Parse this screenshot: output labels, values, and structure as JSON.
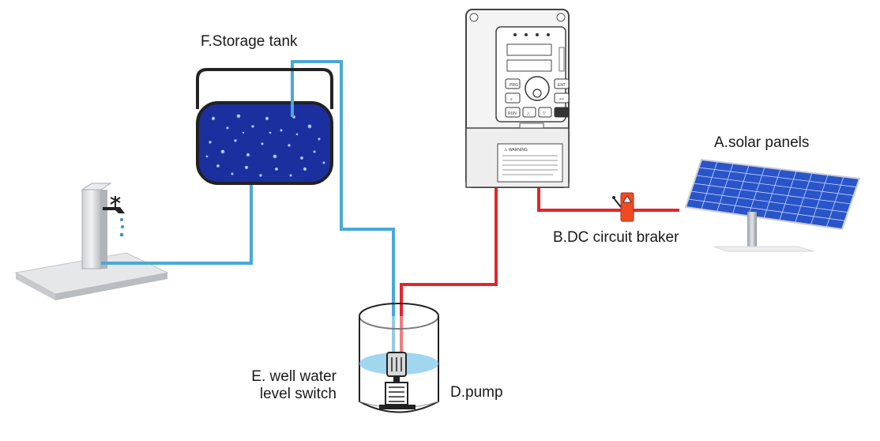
{
  "labels": {
    "solar_panels": "A.solar panels",
    "dc_breaker": "B.DC circuit braker",
    "pump": "D.pump",
    "level_switch_line1": "E. well water",
    "level_switch_line2": "level switch",
    "storage_tank": "F.Storage tank"
  },
  "inverter": {
    "buttons": {
      "prg": "PRG",
      "ent": "ENT",
      "shift": ">>",
      "run": "RUN",
      "up": "△",
      "down": "▽",
      "menu": "≡"
    },
    "warning_title": "⚠ WARNING"
  },
  "colors": {
    "water_pipe": "#4aa8d8",
    "power_cable": "#e3262b",
    "tank_water": "#1c2f9e",
    "breaker": "#f04a23",
    "solar_cell": "#2a55c9",
    "well_water": "#8fd0ec"
  }
}
